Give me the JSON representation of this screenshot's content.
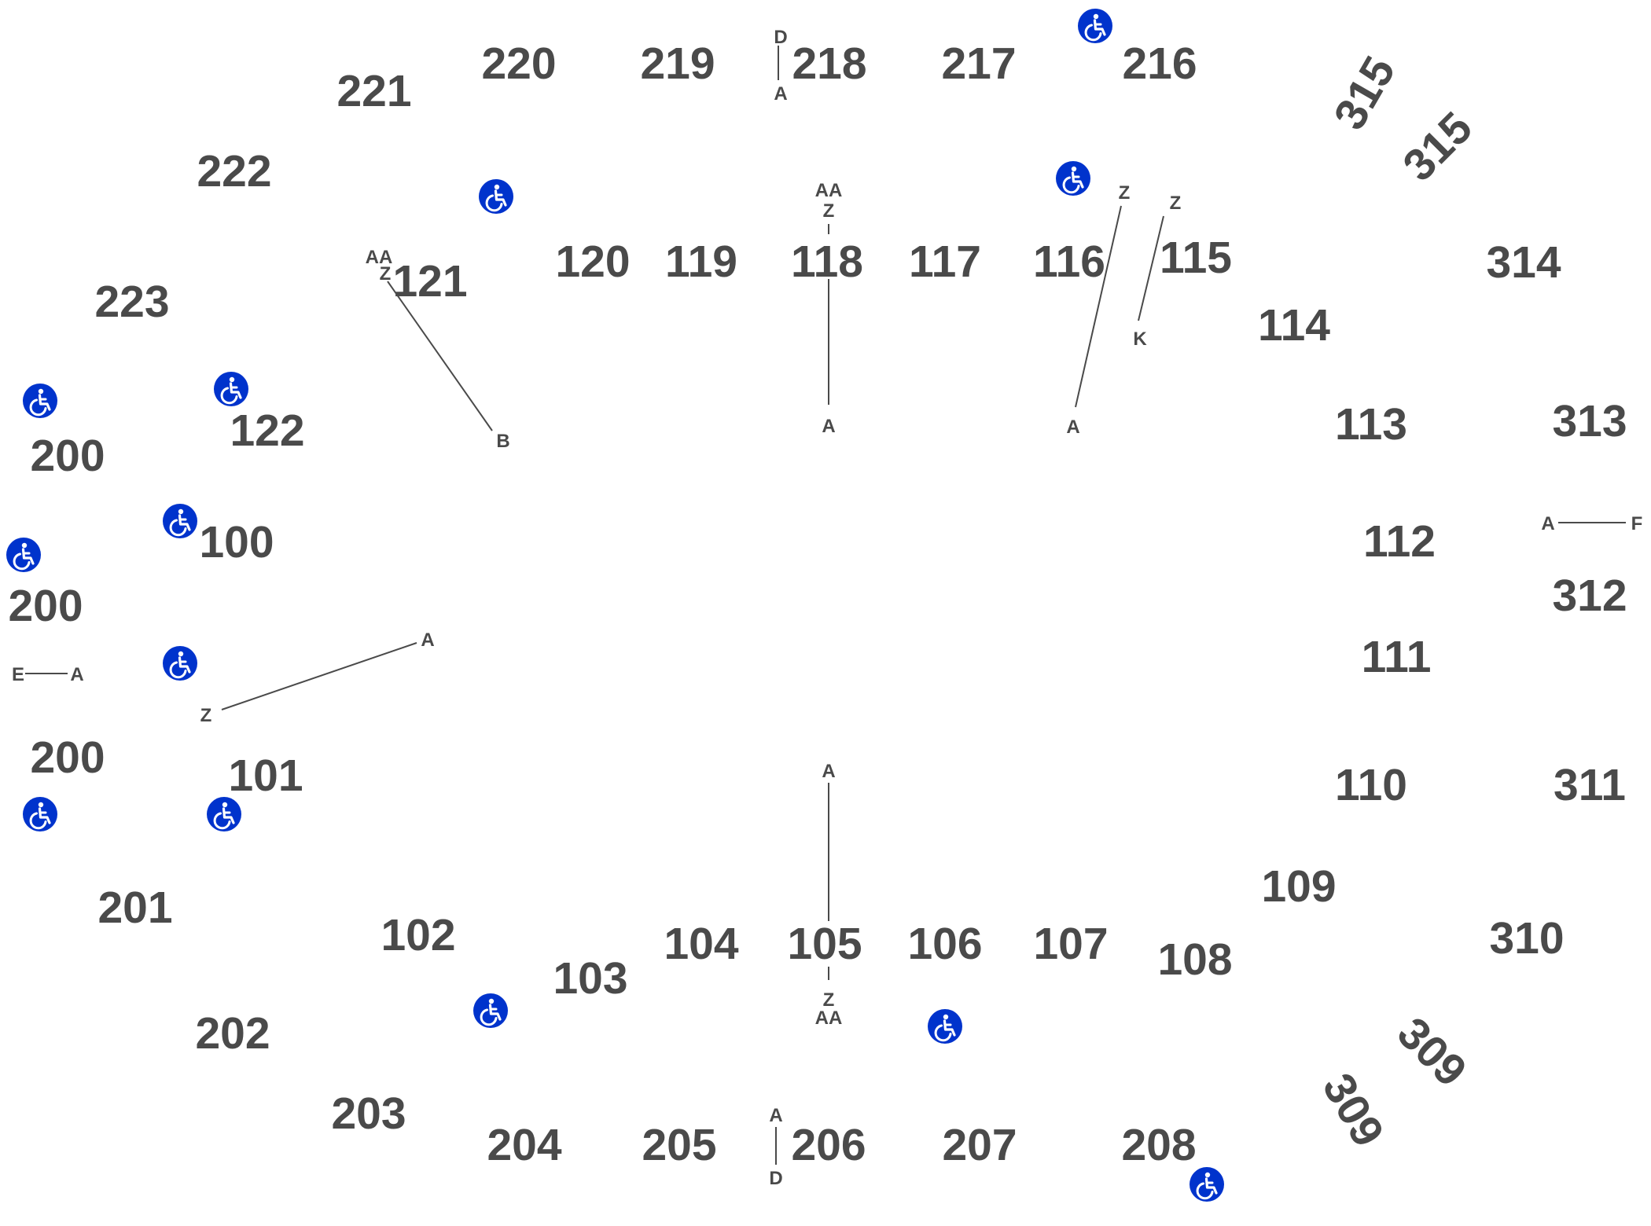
{
  "colors": {
    "label": "#4a4a4a",
    "accessible": "#0033cc",
    "background": "#ffffff"
  },
  "icon": "wheelchair-accessible-icon",
  "sections": [
    {
      "id": "220"
    },
    {
      "id": "219"
    },
    {
      "id": "218"
    },
    {
      "id": "217"
    },
    {
      "id": "216"
    },
    {
      "id": "221"
    },
    {
      "id": "222"
    },
    {
      "id": "223"
    },
    {
      "id": "315"
    },
    {
      "id": "315"
    },
    {
      "id": "314"
    },
    {
      "id": "313"
    },
    {
      "id": "312"
    },
    {
      "id": "311"
    },
    {
      "id": "310"
    },
    {
      "id": "309"
    },
    {
      "id": "309"
    },
    {
      "id": "120"
    },
    {
      "id": "119"
    },
    {
      "id": "118"
    },
    {
      "id": "117"
    },
    {
      "id": "116"
    },
    {
      "id": "115"
    },
    {
      "id": "121"
    },
    {
      "id": "114"
    },
    {
      "id": "113"
    },
    {
      "id": "112"
    },
    {
      "id": "111"
    },
    {
      "id": "110"
    },
    {
      "id": "109"
    },
    {
      "id": "122"
    },
    {
      "id": "100"
    },
    {
      "id": "101"
    },
    {
      "id": "102"
    },
    {
      "id": "103"
    },
    {
      "id": "104"
    },
    {
      "id": "105"
    },
    {
      "id": "106"
    },
    {
      "id": "107"
    },
    {
      "id": "108"
    },
    {
      "id": "200"
    },
    {
      "id": "200"
    },
    {
      "id": "200"
    },
    {
      "id": "201"
    },
    {
      "id": "202"
    },
    {
      "id": "203"
    },
    {
      "id": "204"
    },
    {
      "id": "205"
    },
    {
      "id": "206"
    },
    {
      "id": "207"
    },
    {
      "id": "208"
    }
  ],
  "rows": [
    "D",
    "A",
    "AA",
    "Z",
    "AA",
    "Z",
    "B",
    "A",
    "Z",
    "Z",
    "K",
    "A",
    "A",
    "F",
    "E",
    "A",
    "A",
    "Z",
    "A",
    "Z",
    "AA",
    "A",
    "D"
  ]
}
